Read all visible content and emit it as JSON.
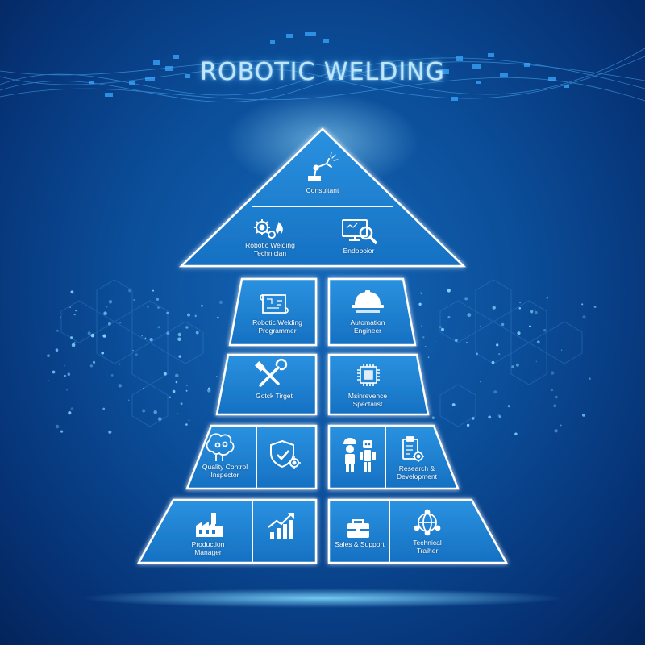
{
  "title": "ROBOTIC WELDING",
  "colors": {
    "tile_fill": "#1a7fd0",
    "tile_border": "#ffffff",
    "glow": "#5cc6ff",
    "bg_dark": "#04245a"
  },
  "apex": {
    "label": "Consultant",
    "icon": "robot-arm-icon"
  },
  "tier2": [
    {
      "label": "Robotic Welding\nTechnician",
      "icon": "gears-flame-icon"
    },
    {
      "label": "Endoboior",
      "icon": "monitor-magnifier-icon"
    }
  ],
  "row1": [
    {
      "label": "Robotic Welding\nProgrammer",
      "icon": "blueprint-icon"
    },
    {
      "label": "Automation\nEngineer",
      "icon": "hard-hat-icon"
    }
  ],
  "row2": [
    {
      "label": "Gotck Tirget",
      "icon": "wrench-screwdriver-icon"
    },
    {
      "label": "Msinrevence\nSpectalist",
      "icon": "chip-icon"
    }
  ],
  "row3": [
    {
      "label": "Quality Control\nInspector",
      "icon": "brain-gears-icon"
    },
    {
      "label": "",
      "icon": "shield-check-gear-icon"
    },
    {
      "label": "",
      "icon": "worker-robot-icon"
    },
    {
      "label": "Research &\nDevelopment",
      "icon": "clipboard-gear-icon"
    }
  ],
  "row4": [
    {
      "label": "Production\nManager",
      "icon": "factory-icon"
    },
    {
      "label": "",
      "icon": "growth-chart-icon"
    },
    {
      "label": "Sales & Support",
      "icon": "briefcase-icon"
    },
    {
      "label": "Technical\nTraiher",
      "icon": "globe-network-icon"
    }
  ]
}
